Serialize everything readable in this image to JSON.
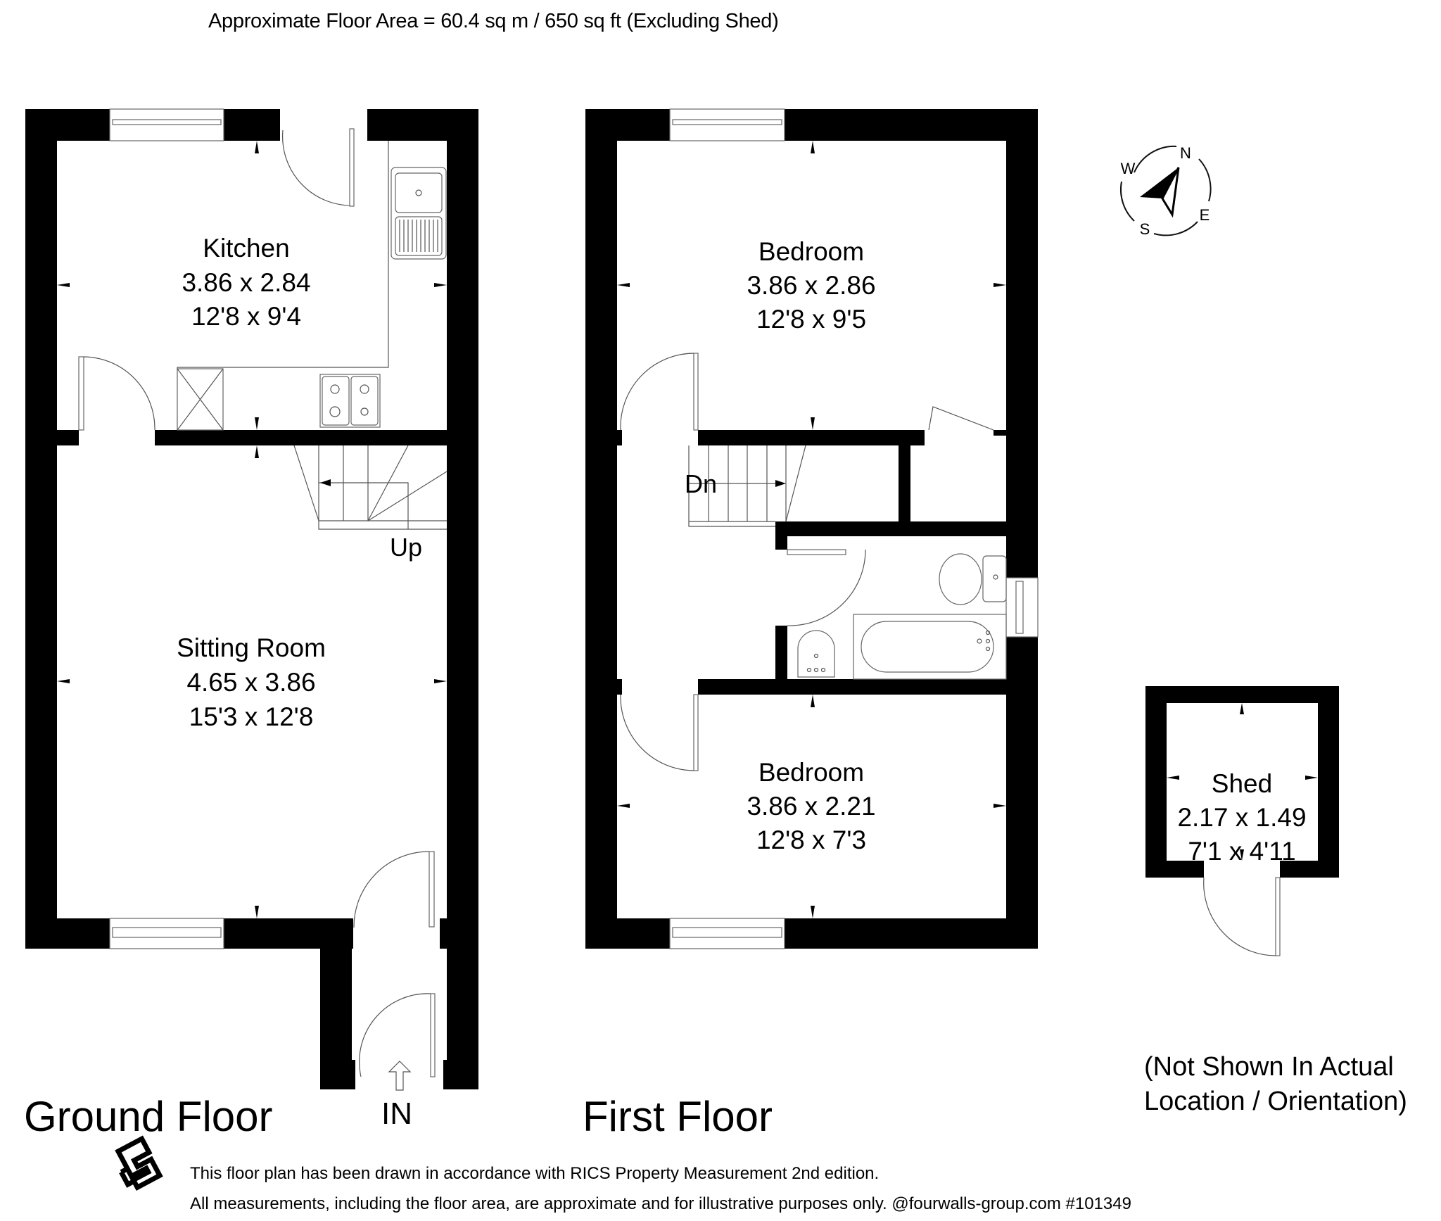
{
  "header": {
    "floor_area": "Approximate Floor Area = 60.4 sq m / 650 sq ft (Excluding Shed)"
  },
  "ground_floor": {
    "title": "Ground Floor",
    "entrance_label": "IN",
    "stairs_label": "Up",
    "rooms": [
      {
        "name": "Kitchen",
        "metric": "3.86 x 2.84",
        "imperial": "12'8 x 9'4"
      },
      {
        "name": "Sitting Room",
        "metric": "4.65 x 3.86",
        "imperial": "15'3 x 12'8"
      }
    ]
  },
  "first_floor": {
    "title": "First Floor",
    "stairs_label": "Dn",
    "rooms": [
      {
        "name": "Bedroom",
        "metric": "3.86 x 2.86",
        "imperial": "12'8 x 9'5"
      },
      {
        "name": "Bedroom",
        "metric": "3.86 x 2.21",
        "imperial": "12'8 x 7'3"
      }
    ]
  },
  "shed": {
    "name": "Shed",
    "metric": "2.17 x 1.49",
    "imperial": "7'1 x 4'11",
    "note_line1": "(Not Shown In Actual",
    "note_line2": "Location / Orientation)"
  },
  "compass": {
    "n": "N",
    "e": "E",
    "s": "S",
    "w": "W"
  },
  "footer": {
    "line1": "This floor plan has been drawn in accordance with RICS Property Measurement 2nd edition.",
    "line2": "All measurements, including the floor area, are approximate and for illustrative purposes only. @fourwalls-group.com #101349"
  },
  "colors": {
    "wall": "#000000",
    "background": "#ffffff",
    "fixture_line": "#555555"
  }
}
